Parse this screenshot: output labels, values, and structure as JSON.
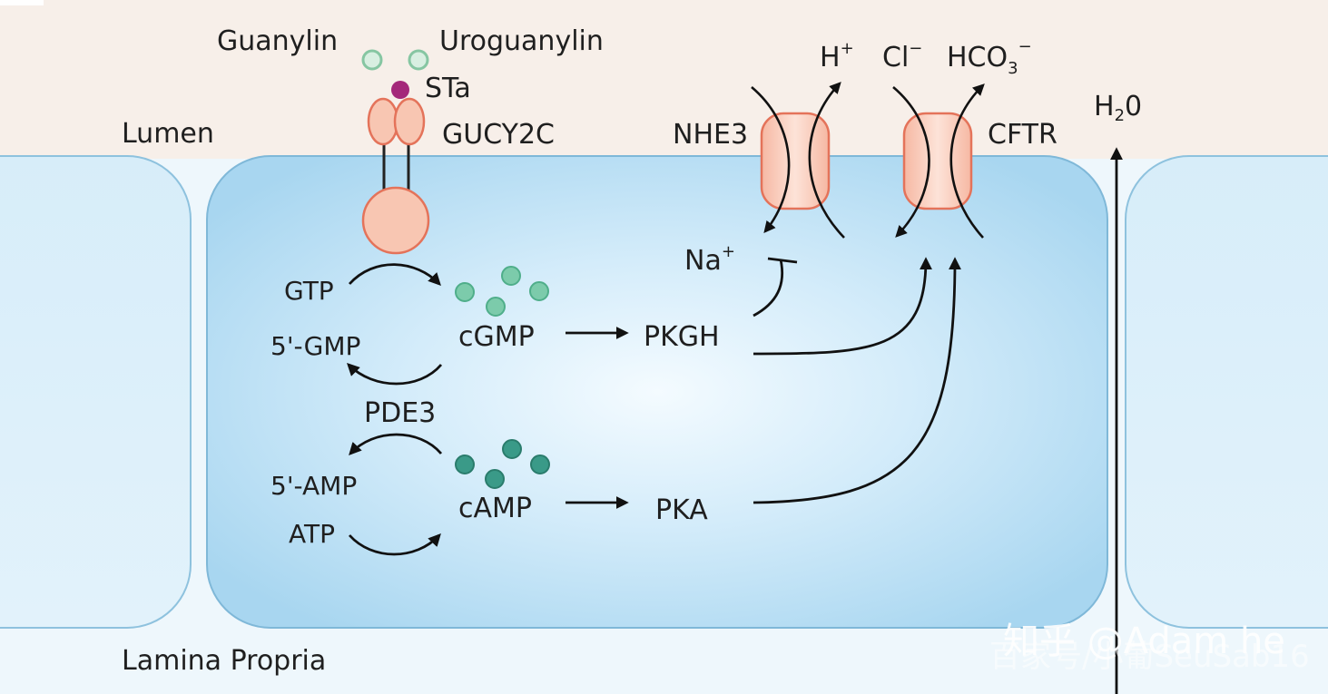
{
  "labels": {
    "guanylin": "Guanylin",
    "uroguanylin": "Uroguanylin",
    "sta": "STa",
    "gucy2c": "GUCY2C",
    "lumen": "Lumen",
    "lamina_propria": "Lamina Propria",
    "nhe3": "NHE3",
    "cftr": "CFTR",
    "h_plus": "H",
    "h_plus_sup": "+",
    "cl": "Cl",
    "cl_sup": "−",
    "hco3": "HCO",
    "hco3_sub": "3",
    "hco3_sup": "−",
    "h2o": "H",
    "h2o_sub": "2",
    "h2o_end": "0",
    "na_plus": "Na",
    "na_plus_sup": "+",
    "gtp": "GTP",
    "gmp": "5'-GMP",
    "pde3": "PDE3",
    "amp": "5'-AMP",
    "atp": "ATP",
    "cgmp": "cGMP",
    "camp": "cAMP",
    "pkgh": "PKGH",
    "pka": "PKA"
  },
  "watermark": {
    "main": "知乎 @Adam he",
    "faded": "百家号/小葡SeuSab16"
  },
  "colors": {
    "lumen_bg": "#f7efe9",
    "cell_fill": "#b4dcf2",
    "cell_center": "#f2fafe",
    "cell_stroke": "#7fb8d8",
    "receptor_fill": "#f8c6b2",
    "receptor_stroke": "#e4735a",
    "ligand_light": "#cfe9d9",
    "ligand_stroke": "#86c6a2",
    "sta": "#a4287a",
    "cgmp_dot": "#66c0a0",
    "camp_dot": "#2f8f7e"
  }
}
